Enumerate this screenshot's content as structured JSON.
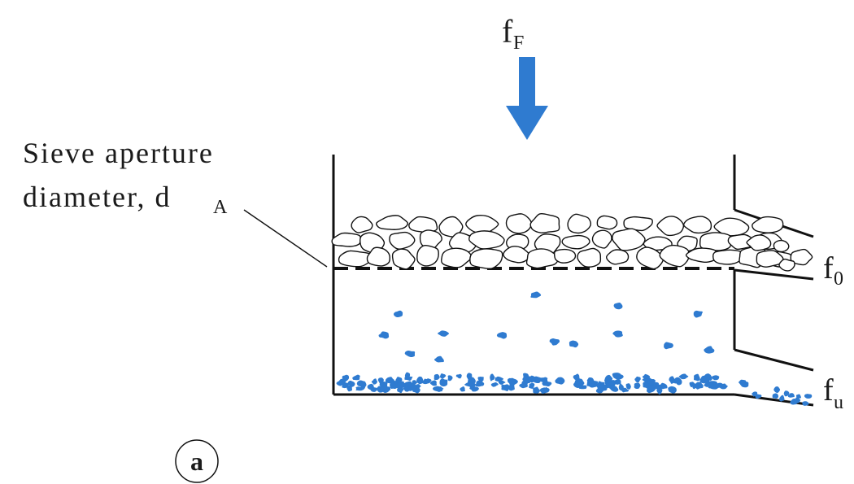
{
  "labels": {
    "feed_main": "f",
    "feed_sub": "F",
    "aperture_line1": "Sieve aperture",
    "aperture_line2": "diameter, d",
    "aperture_sub": "A",
    "overflow_main": "f",
    "overflow_sub": "0",
    "underflow_main": "f",
    "underflow_sub": "u",
    "panel_letter": "a"
  },
  "colors": {
    "fines": "#2f7bd0",
    "arrow": "#2f7bd0",
    "lines": "#111111"
  },
  "icons": {
    "feed_arrow": "down-arrow-icon"
  }
}
